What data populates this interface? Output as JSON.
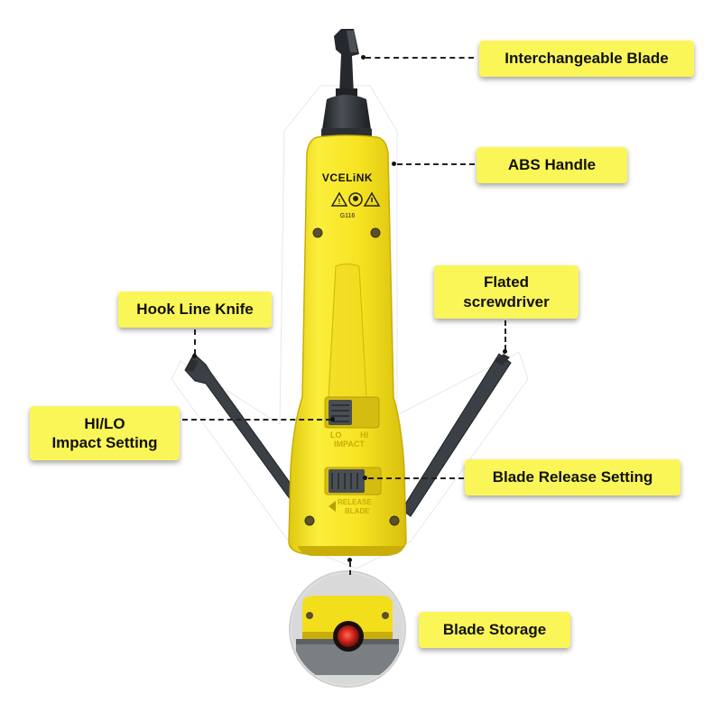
{
  "diagram": {
    "brand": "VCELiNK",
    "model": "G116",
    "switch_text": {
      "lo": "LO",
      "hi": "HI",
      "impact": "IMPACT",
      "release": "RELEASE",
      "blade": "BLADE"
    },
    "labels": {
      "interchangeable_blade": "Interchangeable Blade",
      "abs_handle": "ABS Handle",
      "flated_line1": "Flated",
      "flated_line2": "screwdriver",
      "hook_line_knife": "Hook Line Knife",
      "hilo_line1": "HI/LO",
      "hilo_line2": "Impact Setting",
      "blade_release": "Blade Release Setting",
      "blade_storage": "Blade Storage"
    },
    "colors": {
      "callout": "#fbf658",
      "handle": "#f5e31c",
      "blade": "#2b2f33",
      "tool_steel": "#3a4046",
      "indicator": "#d0241c"
    }
  }
}
